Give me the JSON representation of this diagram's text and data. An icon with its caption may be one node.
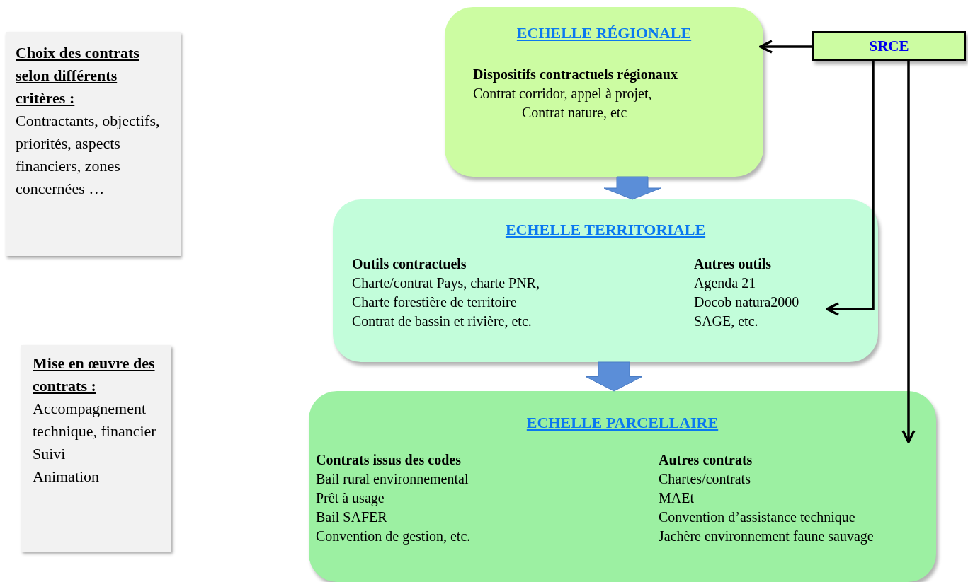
{
  "diagram": {
    "nodes": [
      {
        "text": [
          "Choix des contrats selon différents critères :",
          "Contractants, objectifs, priorités, aspects financiers, zones concernées …"
        ]
      },
      {
        "text": [
          "ECHELLE RÉGIONALE",
          "Dispositifs contractuels régionaux",
          "Contrat corridor, appel à projet,",
          "Contrat nature, etc"
        ]
      },
      {
        "text": [
          "SRCE"
        ]
      },
      {
        "text": [
          "ECHELLE TERRITORIALE",
          "Outils contractuels",
          "Charte/contrat Pays, charte PNR,",
          "Charte forestière de territoire",
          "Contrat de bassin et rivière, etc.",
          "Autres outils",
          "Agenda 21",
          "Docob natura2000",
          "SAGE, etc."
        ]
      },
      {
        "text": [
          "Mise en œuvre des contrats :",
          "Accompagnement technique, financier",
          "Suivi",
          "Animation"
        ]
      },
      {
        "text": [
          "ECHELLE PARCELLAIRE",
          "Contrats issus des codes",
          "Bail rural environnemental",
          "Prêt à usage",
          "Bail SAFER",
          "Convention de gestion, etc.",
          "Autres contrats",
          "Chartes/contrats",
          "MAEt",
          "Convention d’assistance technique",
          "Jachère environnement faune sauvage"
        ]
      }
    ],
    "edges": [
      {
        "from": 2,
        "to": 1,
        "arrow": "to"
      },
      {
        "from": 2,
        "to": 3,
        "arrow": "to"
      },
      {
        "from": 2,
        "to": 5,
        "arrow": "to"
      },
      {
        "from": 1,
        "to": 3,
        "arrow": "to",
        "style": "thick",
        "color": "#5b8ed8"
      },
      {
        "from": 3,
        "to": 5,
        "arrow": "to",
        "style": "thick",
        "color": "#5b8ed8"
      }
    ]
  }
}
